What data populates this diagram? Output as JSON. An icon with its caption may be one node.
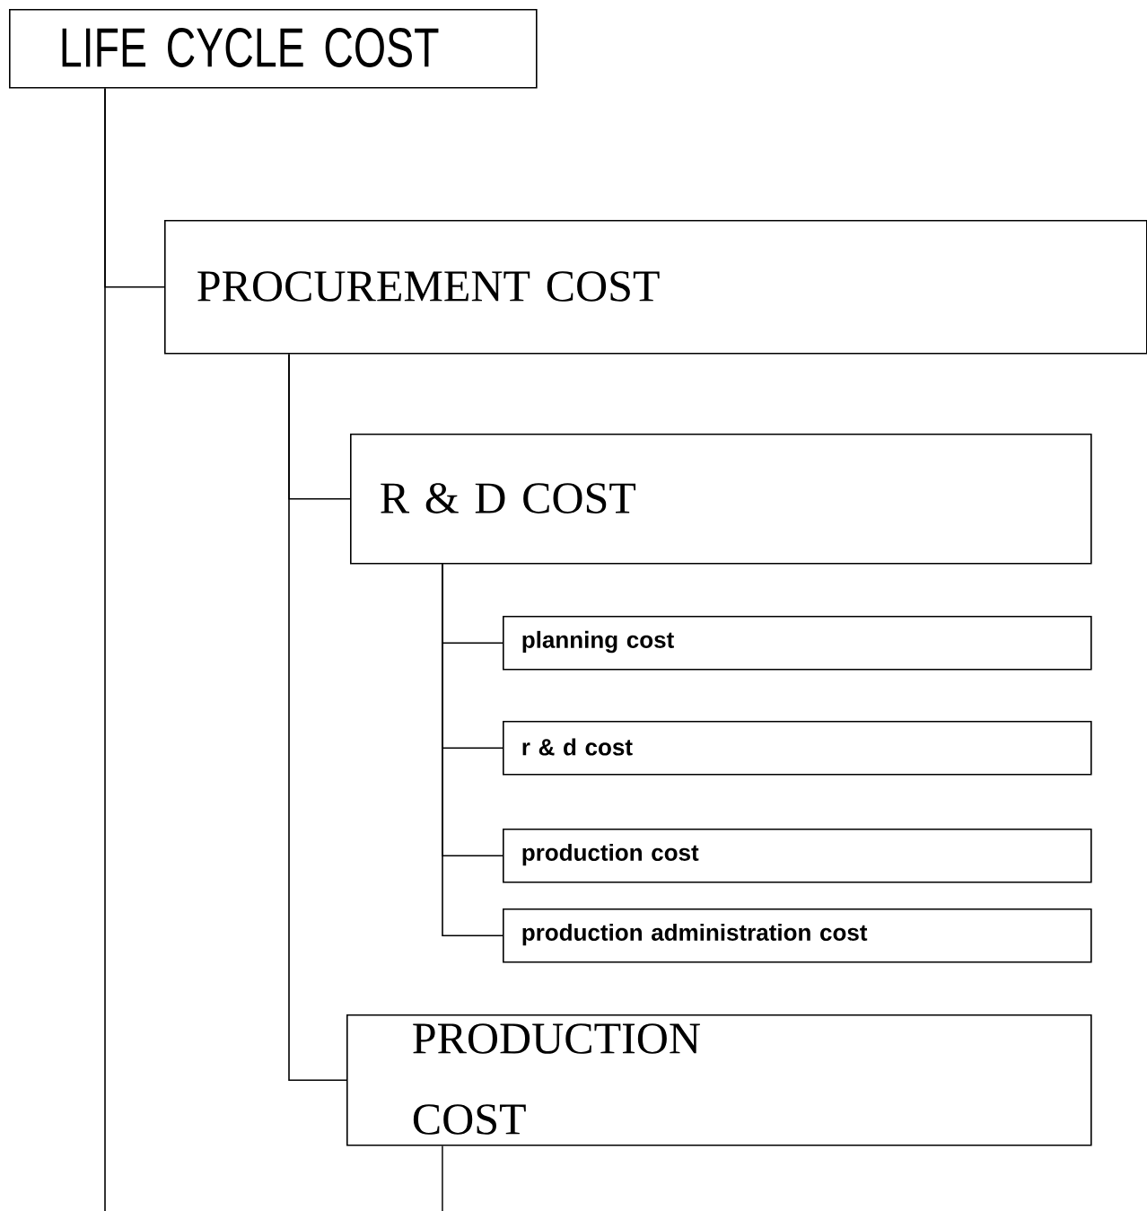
{
  "diagram": {
    "nodes": [
      {
        "text": [
          "LIFE CYCLE COST"
        ]
      },
      {
        "text": [
          "PROCUREMENT COST"
        ]
      },
      {
        "text": [
          "R & D COST"
        ]
      },
      {
        "text": [
          "planning cost"
        ]
      },
      {
        "text": [
          "r & d cost"
        ]
      },
      {
        "text": [
          "production cost"
        ]
      },
      {
        "text": [
          "production administration cost"
        ]
      },
      {
        "text": [
          "PRODUCTION COST"
        ]
      }
    ],
    "edges": [
      {
        "from": 0,
        "to": 1,
        "arrow": "none"
      },
      {
        "from": 0,
        "to": null,
        "arrow": "none"
      },
      {
        "from": 1,
        "to": 2,
        "arrow": "none"
      },
      {
        "from": 1,
        "to": 7,
        "arrow": "none"
      },
      {
        "from": 2,
        "to": 3,
        "arrow": "none"
      },
      {
        "from": 2,
        "to": 4,
        "arrow": "none"
      },
      {
        "from": 2,
        "to": 5,
        "arrow": "none"
      },
      {
        "from": 2,
        "to": 6,
        "arrow": "none"
      },
      {
        "from": 7,
        "to": null,
        "arrow": "none"
      }
    ]
  }
}
